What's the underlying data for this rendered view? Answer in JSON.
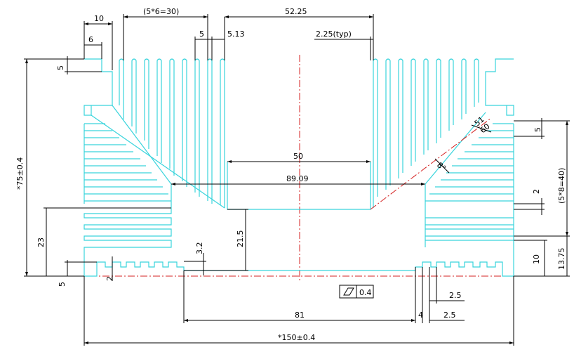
{
  "drawing": {
    "dims": {
      "top_10": "10",
      "top_6": "6",
      "fin_pitch": "(5*6=30)",
      "slot_5": "5",
      "slot_513": "5.13",
      "top_5225": "52.25",
      "fin_typ": "2.25(typ)",
      "left_5_top": "5",
      "height_75": "*75±0.4",
      "left_23": "23",
      "left_5_bottom": "5",
      "mid_50": "50",
      "mid_8909": "89.09",
      "mid_215": "21.5",
      "mid_32": "3.2",
      "base_2": "2",
      "diag_51": "51",
      "diag_60": "60",
      "diag_8deg": "8°",
      "right_5": "5",
      "right_pitch": "(5*8=40)",
      "right_2": "2",
      "right_10": "10",
      "right_1375": "13.75",
      "bottom_81": "81",
      "bottom_4": "4",
      "bottom_25a": "2.5",
      "bottom_25b": "2.5",
      "flatness": "0.4",
      "width_150": "*150±0.4"
    },
    "colors": {
      "outline": "#39d4dc",
      "centerline": "#d42020",
      "dimension": "#000000"
    }
  }
}
